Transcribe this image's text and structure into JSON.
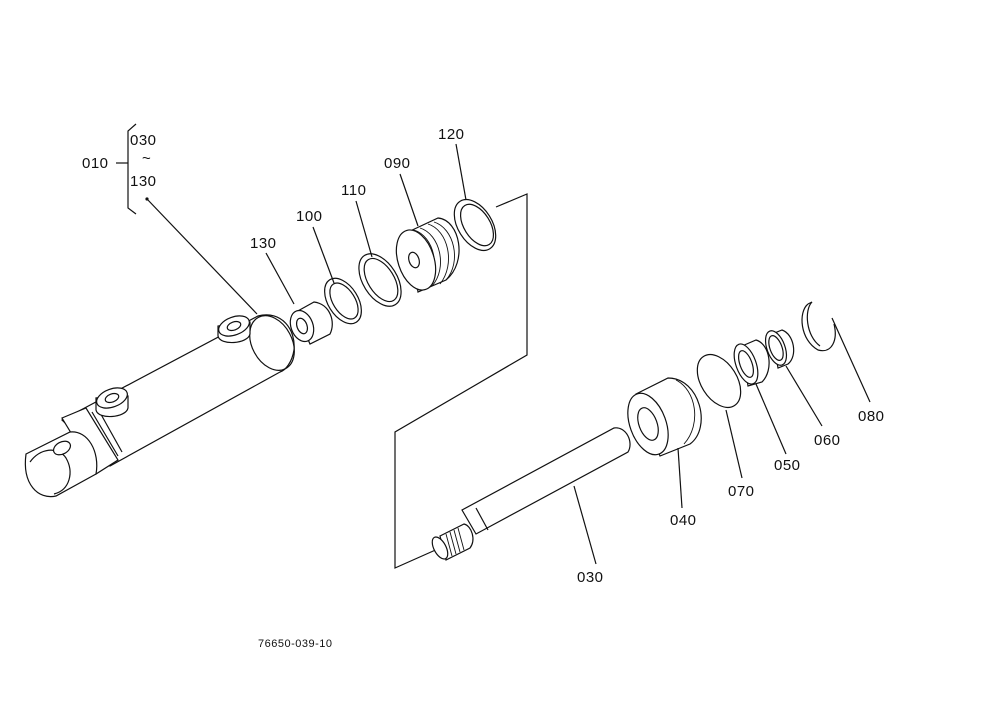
{
  "labels": {
    "assembly": "010",
    "range_from": "030",
    "range_tilde": "~",
    "range_to": "130",
    "part_130_a": "130",
    "part_100": "100",
    "part_110": "110",
    "part_090": "090",
    "part_120": "120",
    "part_080": "080",
    "part_060": "060",
    "part_050": "050",
    "part_070": "070",
    "part_040": "040",
    "part_030": "030"
  },
  "drawing_number": "76650-039-10"
}
